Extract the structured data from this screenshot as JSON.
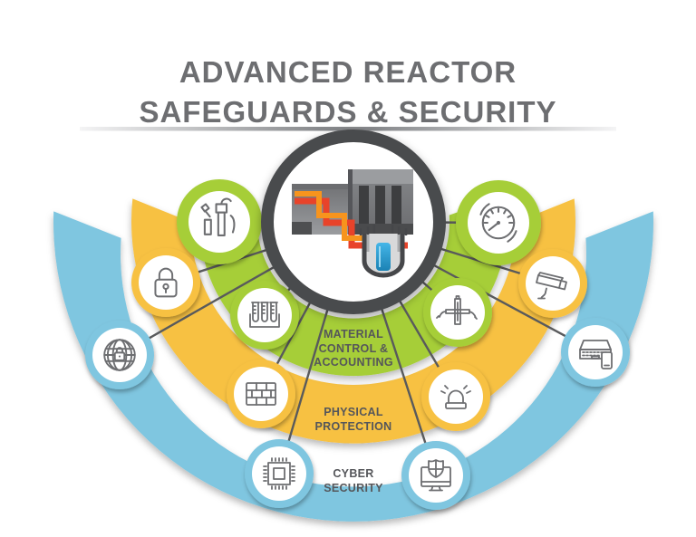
{
  "title": {
    "line1": "ADVANCED REACTOR",
    "line2": "SAFEGUARDS & SECURITY"
  },
  "rings": [
    {
      "name": "material-control-accounting",
      "label": "MATERIAL\nCONTROL &\nACCOUNTING",
      "color": "#a6ce39"
    },
    {
      "name": "physical-protection",
      "label": "PHYSICAL\nPROTECTION",
      "color": "#f7c143"
    },
    {
      "name": "cyber-security",
      "label": "CYBER\nSECURITY",
      "color": "#7fc6e0"
    }
  ],
  "center": {
    "icon": "reactor-facility-icon"
  },
  "icons": [
    {
      "icon": "survey-probes-icon",
      "ring": "material-control-accounting"
    },
    {
      "icon": "test-tube-rack-icon",
      "ring": "material-control-accounting"
    },
    {
      "icon": "pressure-gauge-icon",
      "ring": "material-control-accounting"
    },
    {
      "icon": "flow-sensor-icon",
      "ring": "material-control-accounting"
    },
    {
      "icon": "padlock-icon",
      "ring": "physical-protection"
    },
    {
      "icon": "brick-wall-icon",
      "ring": "physical-protection"
    },
    {
      "icon": "alarm-beacon-icon",
      "ring": "physical-protection"
    },
    {
      "icon": "cctv-camera-icon",
      "ring": "physical-protection"
    },
    {
      "icon": "secure-globe-icon",
      "ring": "cyber-security"
    },
    {
      "icon": "cpu-chip-icon",
      "ring": "cyber-security"
    },
    {
      "icon": "shield-monitor-icon",
      "ring": "cyber-security"
    },
    {
      "icon": "laptop-phone-icon",
      "ring": "cyber-security"
    }
  ],
  "colors": {
    "title_text": "#6d6e71",
    "label_text": "#55565a",
    "hub_ring": "#4a4b4d",
    "icon_stroke": "#6d6e71",
    "spoke": "#595a5c"
  }
}
